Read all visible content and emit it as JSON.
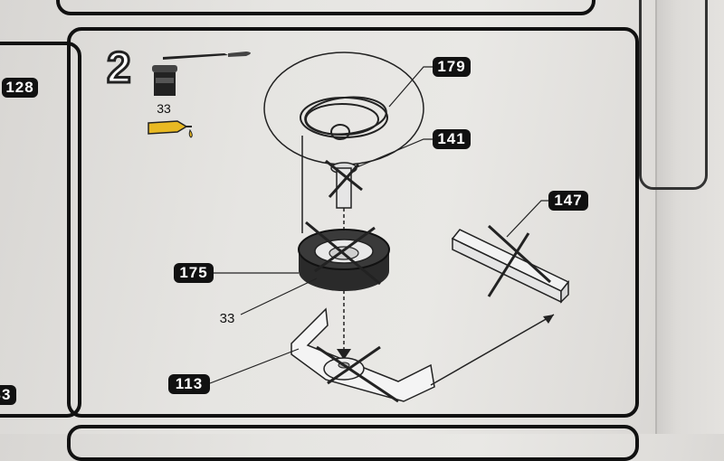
{
  "step": {
    "number": "2"
  },
  "paint": {
    "code": "33"
  },
  "parts": {
    "p179": "179",
    "p141": "141",
    "p147": "147",
    "p175": "175",
    "p113": "113",
    "p128": "128",
    "p33_left": "33"
  },
  "tire_paint_code": "33",
  "icons": [
    "paintbrush-icon",
    "paint-pot-icon",
    "glue-tube-icon"
  ]
}
